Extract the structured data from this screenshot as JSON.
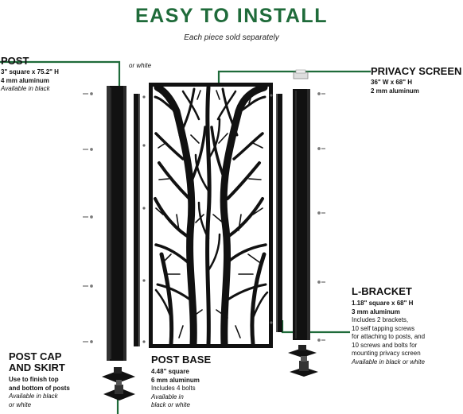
{
  "header": {
    "title": "EASY TO INSTALL",
    "subtitle": "Each piece sold separately"
  },
  "post": {
    "title": "POST",
    "size": "3\" square x 75.2\" H",
    "material": "4 mm aluminum",
    "availability": "Available in black",
    "alt_color": "or white"
  },
  "privacy_screen": {
    "title": "PRIVACY SCREEN",
    "size": "36\" W x 68\" H",
    "material": "2 mm aluminum"
  },
  "l_bracket": {
    "title": "L-BRACKET",
    "size": "1.18\" square x 68\" H",
    "material": "3 mm aluminum",
    "desc": [
      "Includes 2 brackets,",
      "10 self tapping screws",
      "for attaching to posts, and",
      "10 screws and bolts for",
      "mounting privacy screen"
    ],
    "availability": "Available in black or white"
  },
  "post_cap": {
    "title_line1": "POST CAP",
    "title_line2": "AND SKIRT",
    "desc_line1": "Use to finish top",
    "desc_line2": "and bottom of posts",
    "avail_line1": "Available in black",
    "avail_line2": "or white"
  },
  "post_base": {
    "title": "POST BASE",
    "size": "4.48\" square",
    "material": "6 mm aluminum",
    "desc": "Includes 4 bolts",
    "avail_line1": "Available in",
    "avail_line2": "black or white"
  },
  "colors": {
    "brand_green": "#1f6b3a",
    "product_black": "#111111"
  }
}
